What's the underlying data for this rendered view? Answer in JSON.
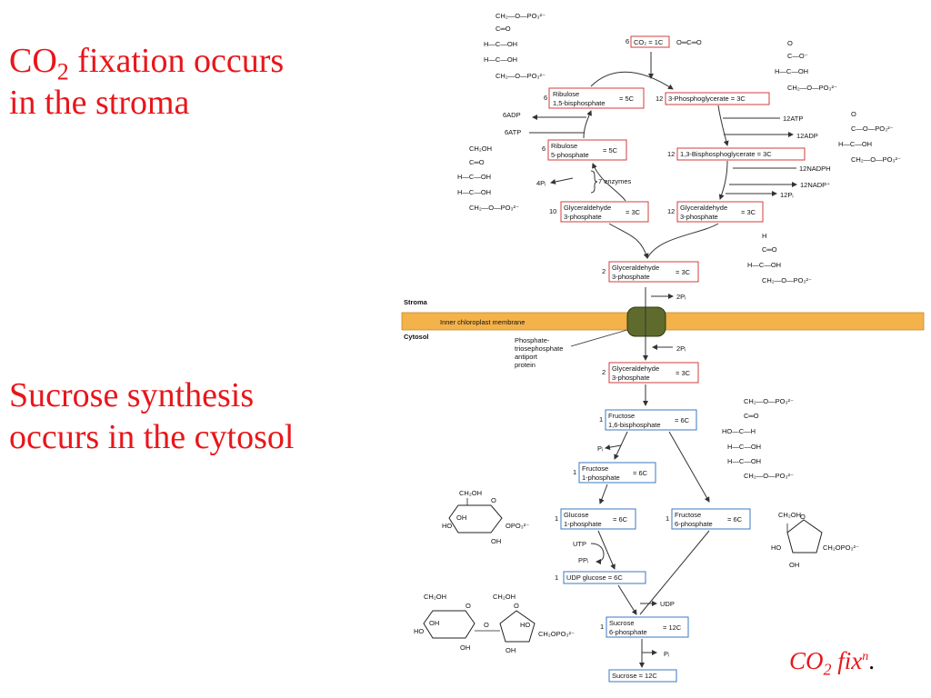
{
  "slide": {
    "title_top_line1_a": "CO",
    "title_top_line1_sub": "2",
    "title_top_line1_b": " fixation occurs",
    "title_top_line2": "in the stroma",
    "title_bottom_line1": "Sucrose synthesis",
    "title_bottom_line2": "occurs in the cytosol",
    "footnote_a": "CO",
    "footnote_sub": "2",
    "footnote_b": " fix",
    "footnote_sup": "n",
    "footnote_dot": ".",
    "accent_color": "#e8161b"
  },
  "diagram": {
    "regions": {
      "stroma": "Stroma",
      "membrane": "Inner chloroplast membrane",
      "cytosol": "Cytosol"
    },
    "colors": {
      "stroma_box_border": "#d33c3c",
      "cytosol_box_border": "#3a78c0",
      "membrane_fill": "#f4b24a",
      "antiporter_fill": "#5f6b2c"
    },
    "calvin": {
      "co2_coef": "6",
      "co2_box": "CO₂ = 1C",
      "co2_formula": "O═C═O",
      "rubp_coef": "6",
      "rubp_l1": "Ribulose",
      "rubp_l2": "1,5-bisphosphate",
      "rubp_c": "= 5C",
      "pga_coef": "12",
      "pga_box": "3-Phosphoglycerate = 3C",
      "atp_in": "12ATP",
      "adp_out": "12ADP",
      "bpg_coef": "12",
      "bpg_box": "1,3-Bisphosphoglycerate = 3C",
      "nadph_in": "12NADPH",
      "nadp_out": "12NADP⁺",
      "pi_out": "12Pᵢ",
      "g3p12_coef": "12",
      "g3p12_l1": "Glyceraldehyde",
      "g3p12_l2": "3-phosphate",
      "g3p12_c": "= 3C",
      "g3p10_coef": "10",
      "g3p10_l1": "Glyceraldehyde",
      "g3p10_l2": "3-phosphate",
      "g3p10_c": "= 3C",
      "enzymes": "7 enzymes",
      "pi4": "4Pᵢ",
      "ru5p_coef": "6",
      "ru5p_l1": "Ribulose",
      "ru5p_l2": "5-phosphate",
      "ru5p_c": "= 5C",
      "atp6": "6ATP",
      "adp6": "6ADP",
      "g3p2_coef": "2",
      "g3p2_l1": "Glyceraldehyde",
      "g3p2_l2": "3-phosphate",
      "g3p2_c": "= 3C"
    },
    "transport": {
      "pi_stroma": "2Pᵢ",
      "pi_cytosol": "2Pᵢ",
      "antiport_l1": "Phosphate-",
      "antiport_l2": "triosephosphate",
      "antiport_l3": "antiport",
      "antiport_l4": "protein"
    },
    "sucrose": {
      "g3p_coef": "2",
      "g3p_l1": "Glyceraldehyde",
      "g3p_l2": "3-phosphate",
      "g3p_c": "= 3C",
      "fbp_coef": "1",
      "fbp_l1": "Fructose",
      "fbp_l2": "1,6-bisphosphate",
      "fbp_c": "= 6C",
      "pi_a": "Pᵢ",
      "f1p_coef": "1",
      "f1p_l1": "Fructose",
      "f1p_l2": "1-phosphate",
      "f1p_c": "= 6C",
      "g1p_coef": "1",
      "g1p_l1": "Glucose",
      "g1p_l2": "1-phosphate",
      "g1p_c": "= 6C",
      "f6p_coef": "1",
      "f6p_l1": "Fructose",
      "f6p_l2": "6-phosphate",
      "f6p_c": "= 6C",
      "utp": "UTP",
      "ppi": "PPᵢ",
      "udpg_coef": "1",
      "udpg_box": "UDP glucose = 6C",
      "udp_out": "UDP",
      "s6p_coef": "1",
      "s6p_l1": "Sucrose",
      "s6p_l2": "6-phosphate",
      "s6p_c": "= 12C",
      "pi_b": "Pᵢ",
      "sucrose_box": "Sucrose = 12C"
    },
    "structures": {
      "rubp": [
        "CH₂—O—PO₃²⁻",
        "C═O",
        "H—C—OH",
        "H—C—OH",
        "CH₂—O—PO₃²⁻"
      ],
      "pga": [
        "O",
        "C—O⁻",
        "H—C—OH",
        "CH₂—O—PO₃²⁻"
      ],
      "bpg": [
        "O",
        "C—O—PO₃²⁻",
        "H—C—OH",
        "CH₂—O—PO₃²⁻"
      ],
      "ru5p": [
        "CH₂OH",
        "C═O",
        "H—C—OH",
        "H—C—OH",
        "CH₂—O—PO₃²⁻"
      ],
      "g3p": [
        "H",
        "C═O",
        "H—C—OH",
        "CH₂—O—PO₃²⁻"
      ],
      "fbp": [
        "CH₂—O—PO₃²⁻",
        "C═O",
        "HO—C—H",
        "H—C—OH",
        "H—C—OH",
        "CH₂—O—PO₃²⁻"
      ],
      "g1p_ring": [
        "CH₂OH",
        "O",
        "OH",
        "HO",
        "OPO₃²⁻",
        "OH"
      ],
      "f6p_ring": [
        "CH₂OH",
        "O",
        "HO",
        "CH₂OPO₃²⁻",
        "OH"
      ],
      "s6p_ring": [
        "CH₂OH",
        "CH₂OH",
        "O",
        "O",
        "OH",
        "HO",
        "HO",
        "O",
        "OH",
        "CH₂OPO₃²⁻",
        "OH"
      ]
    }
  }
}
